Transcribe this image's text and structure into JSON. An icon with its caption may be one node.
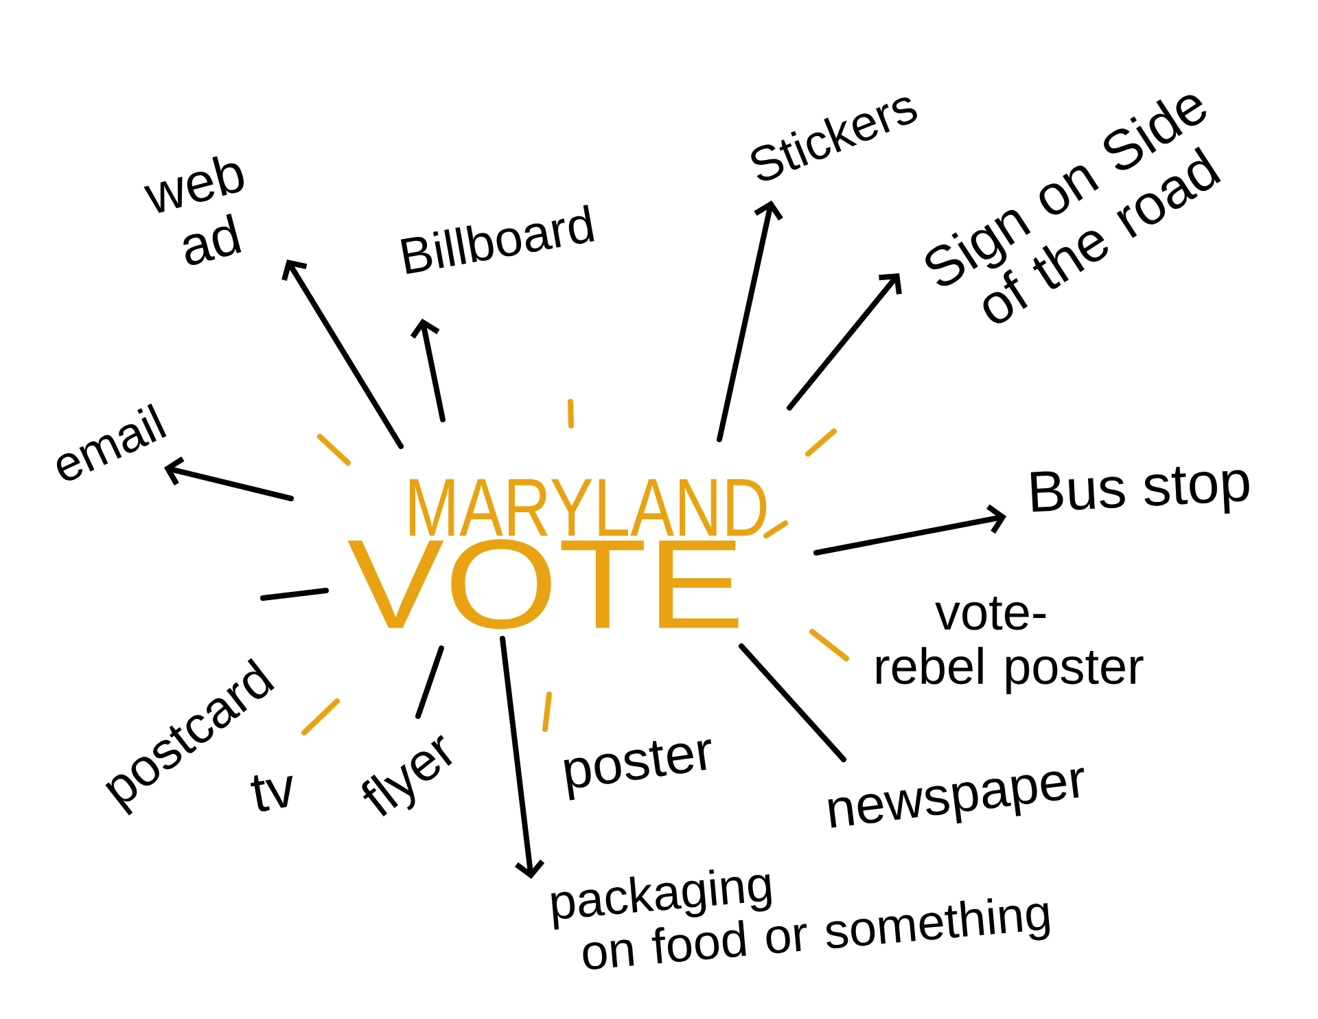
{
  "diagram": {
    "nodes": [
      {
        "text": [
          "MARYLAND",
          "VOTE"
        ]
      },
      {
        "text": [
          "web ad"
        ]
      },
      {
        "text": [
          "Billboard"
        ]
      },
      {
        "text": [
          "email"
        ]
      },
      {
        "text": [
          "Stickers"
        ]
      },
      {
        "text": [
          "Sign on Side of the road"
        ]
      },
      {
        "text": [
          "Bus stop"
        ]
      },
      {
        "text": [
          "vote-rebel poster"
        ]
      },
      {
        "text": [
          "newspaper"
        ]
      },
      {
        "text": [
          "packaging on food or something"
        ]
      },
      {
        "text": [
          "poster"
        ]
      },
      {
        "text": [
          "flyer"
        ]
      },
      {
        "text": [
          "tv"
        ]
      },
      {
        "text": [
          "postcard"
        ]
      }
    ],
    "edges": [
      {
        "from": 0,
        "to": 1,
        "arrow": "to"
      },
      {
        "from": 0,
        "to": 2,
        "arrow": "to"
      },
      {
        "from": 0,
        "to": 3,
        "arrow": "to"
      },
      {
        "from": 0,
        "to": null,
        "arrow": "none"
      },
      {
        "from": 0,
        "to": 4,
        "arrow": "to"
      },
      {
        "from": 0,
        "to": 5,
        "arrow": "to"
      },
      {
        "from": 0,
        "to": 6,
        "arrow": "to"
      },
      {
        "from": 0,
        "to": 8,
        "arrow": "none"
      },
      {
        "from": 0,
        "to": 11,
        "arrow": "none"
      },
      {
        "from": 0,
        "to": 9,
        "arrow": "to"
      }
    ]
  }
}
